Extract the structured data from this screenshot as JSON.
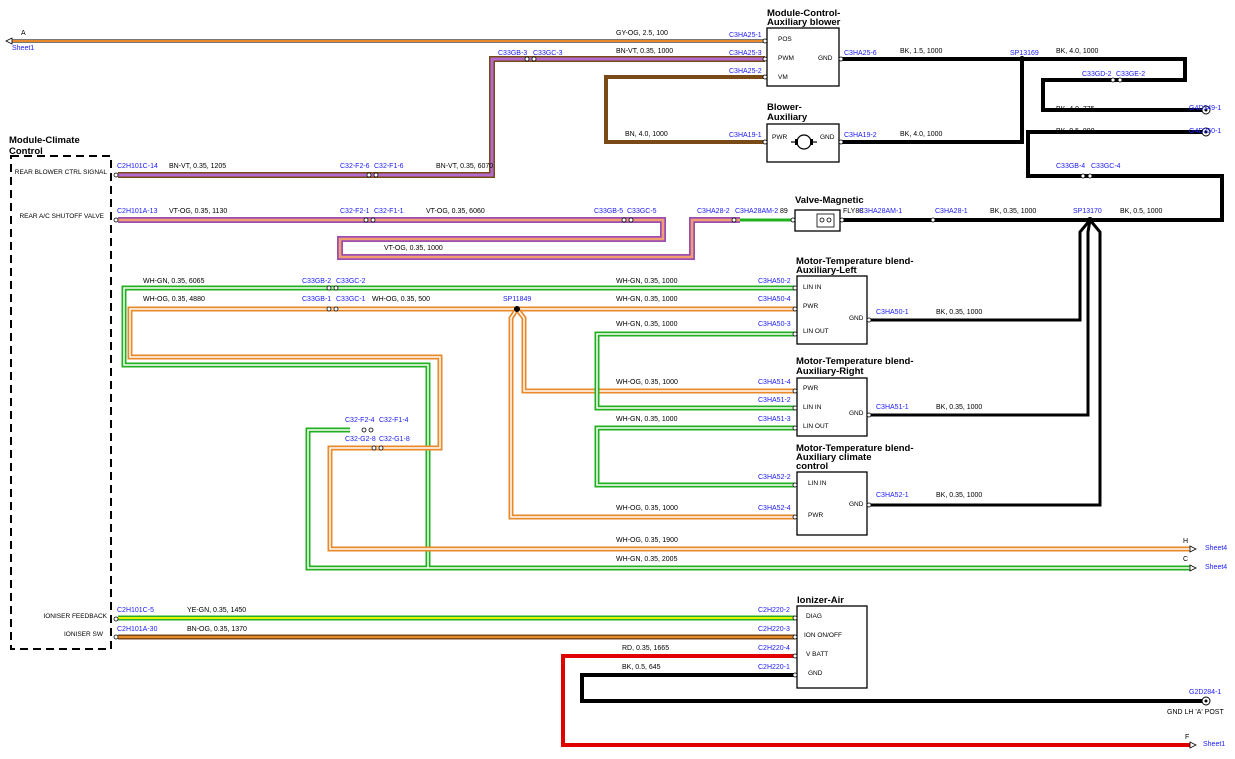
{
  "colors": {
    "orange": "#e8892b",
    "brown": "#7a4a16",
    "purple": "#9b4db3",
    "green": "#22b020",
    "yellow": "#d5e600",
    "red": "#e00000",
    "black": "#000000",
    "connector_blue": "#1a1aff"
  },
  "climate_module": {
    "title_line1": "Module-Climate",
    "title_line2": "Control",
    "pins": [
      "REAR BLOWER CTRL SIGNAL",
      "REAR A/C SHUTOFF VALVE",
      "IONISER FEEDBACK",
      "IONISER SW"
    ]
  },
  "components": {
    "blower_ctrl": {
      "title1": "Module-Control-",
      "title2": "Auxiliary blower",
      "pins": [
        "POS",
        "PWM",
        "VM",
        "GND"
      ]
    },
    "blower_aux": {
      "title1": "Blower-",
      "title2": "Auxiliary",
      "pins": [
        "PWR",
        "GND"
      ]
    },
    "valve": {
      "title": "Valve-Magnetic"
    },
    "motor_left": {
      "title1": "Motor-Temperature blend-",
      "title2": "Auxiliary-Left",
      "pins": [
        "LIN IN",
        "PWR",
        "LIN OUT",
        "GND"
      ]
    },
    "motor_right": {
      "title1": "Motor-Temperature blend-",
      "title2": "Auxiliary-Right",
      "pins": [
        "PWR",
        "LIN IN",
        "LIN OUT",
        "GND"
      ]
    },
    "motor_climate": {
      "title1": "Motor-Temperature blend-",
      "title2": "Auxiliary climate",
      "title3": "control",
      "pins": [
        "LIN IN",
        "PWR",
        "GND"
      ]
    },
    "ionizer": {
      "title": "Ionizer-Air",
      "pins": [
        "DIAG",
        "ION ON/OFF",
        "V BATT",
        "GND"
      ]
    }
  },
  "connectors": {
    "c3ha25_1": "C3HA25-1",
    "c3ha25_3": "C3HA25-3",
    "c3ha25_2": "C3HA25-2",
    "c3ha25_6": "C3HA25-6",
    "c33gb_3": "C33GB-3",
    "c33gc_3": "C33GC-3",
    "c3ha19_1": "C3HA19-1",
    "c3ha19_2": "C3HA19-2",
    "sp13169": "SP13169",
    "c33gd_2": "C33GD-2",
    "c33ge_2": "C33GE-2",
    "g4d349_1": "G4D349-1",
    "g4d350_1": "G4D350-1",
    "c33gb_4": "C33GB-4",
    "c33gc_4": "C33GC-4",
    "c2h101c_14": "C2H101C-14",
    "c32_f2_6": "C32-F2-6",
    "c32_f1_6": "C32-F1-6",
    "c2h101a_13": "C2H101A-13",
    "c32_f2_1": "C32-F2-1",
    "c32_f1_1": "C32-F1-1",
    "c33gb_5": "C33GB-5",
    "c33gc_5": "C33GC-5",
    "c3ha28_2": "C3HA28-2",
    "c3ha28am_2": "C3HA28AM-2",
    "fly_left": "89",
    "fly_right": "FLY88",
    "c3ha28am_1": "C3HA28AM-1",
    "c3ha28_1": "C3HA28-1",
    "sp13170": "SP13170",
    "c33gb_2": "C33GB-2",
    "c33gc_2": "C33GC-2",
    "c33gb_1": "C33GB-1",
    "c33gc_1": "C33GC-1",
    "sp11849": "SP11849",
    "c3ha50_2": "C3HA50-2",
    "c3ha50_4": "C3HA50-4",
    "c3ha50_3": "C3HA50-3",
    "c3ha50_1": "C3HA50-1",
    "c3ha51_4": "C3HA51-4",
    "c3ha51_2": "C3HA51-2",
    "c3ha51_3": "C3HA51-3",
    "c3ha51_1": "C3HA51-1",
    "c3ha52_2": "C3HA52-2",
    "c3ha52_4": "C3HA52-4",
    "c3ha52_1": "C3HA52-1",
    "c32_f2_4": "C32-F2-4",
    "c32_f1_4": "C32-F1-4",
    "c32_g2_8": "C32-G2-8",
    "c32_g1_8": "C32-G1-8",
    "c2h101c_5": "C2H101C-5",
    "c2h101a_30": "C2H101A-30",
    "c2h220_2": "C2H220-2",
    "c2h220_3": "C2H220-3",
    "c2h220_4": "C2H220-4",
    "c2h220_1": "C2H220-1",
    "g2d284_1": "G2D284-1"
  },
  "wires": {
    "gy_og": "GY-OG,  2.5,  100",
    "bn_vt_1000": "BN-VT,  0.35,  1000",
    "bk_1000": "BK,  1.5,  1000",
    "bk_4_1000_top": "BK,  4.0,  1000",
    "bk_4_775": "BK,  4.0,  775",
    "bk_05_890": "BK,  0.5,  890",
    "bn_4_1000": "BN,  4.0,  1000",
    "bk_4_1000_blower": "BK,  4.0,  1000",
    "bn_vt_1205": "BN-VT,  0.35,  1205",
    "bn_vt_6070": "BN-VT,  0.35,  6070",
    "vt_og_1130": "VT-OG,  0.35,  1130",
    "vt_og_6060": "VT-OG,  0.35,  6060",
    "vt_og_1000": "VT-OG,  0.35,  1000",
    "bk_035_1000_valve": "BK,  0.35,  1000",
    "bk_05_1000": "BK,  0.5,  1000",
    "wh_gn_6065": "WH-GN,  0.35,  6065",
    "wh_og_4880": "WH-OG,  0.35,  4880",
    "wh_gn_1000_a": "WH-GN,  0.35,  1000",
    "wh_og_500": "WH-OG,  0.35,  500",
    "wh_gn_1000_b": "WH-GN,  0.35,  1000",
    "wh_gn_1000_c": "WH-GN,  0.35,  1000",
    "bk_035_1000_left": "BK,  0.35,  1000",
    "wh_og_1000_right": "WH-OG,  0.35,  1000",
    "wh_gn_1000_right": "WH-GN,  0.35,  1000",
    "bk_035_1000_right": "BK,  0.35,  1000",
    "wh_og_1000_climate": "WH-OG,  0.35,  1000",
    "bk_035_1000_climate": "BK,  0.35,  1000",
    "wh_og_1900": "WH-OG,  0.35,  1900",
    "wh_gn_2005": "WH-GN,  0.35,  2005",
    "ye_gn_1450": "YE-GN,  0.35,  1450",
    "bn_og_1370": "BN-OG,  0.35,  1370",
    "rd_1665": "RD,  0.35,  1665",
    "bk_05_645": "BK,  0.5,  645"
  },
  "offsheet": {
    "a_letter": "A",
    "a_sheet": "Sheet1",
    "h_letter": "H",
    "h_sheet": "Sheet4",
    "c_letter": "C",
    "c_sheet": "Sheet4",
    "f_letter": "F",
    "f_sheet": "Sheet1"
  },
  "ground_label": "GND LH 'A' POST"
}
